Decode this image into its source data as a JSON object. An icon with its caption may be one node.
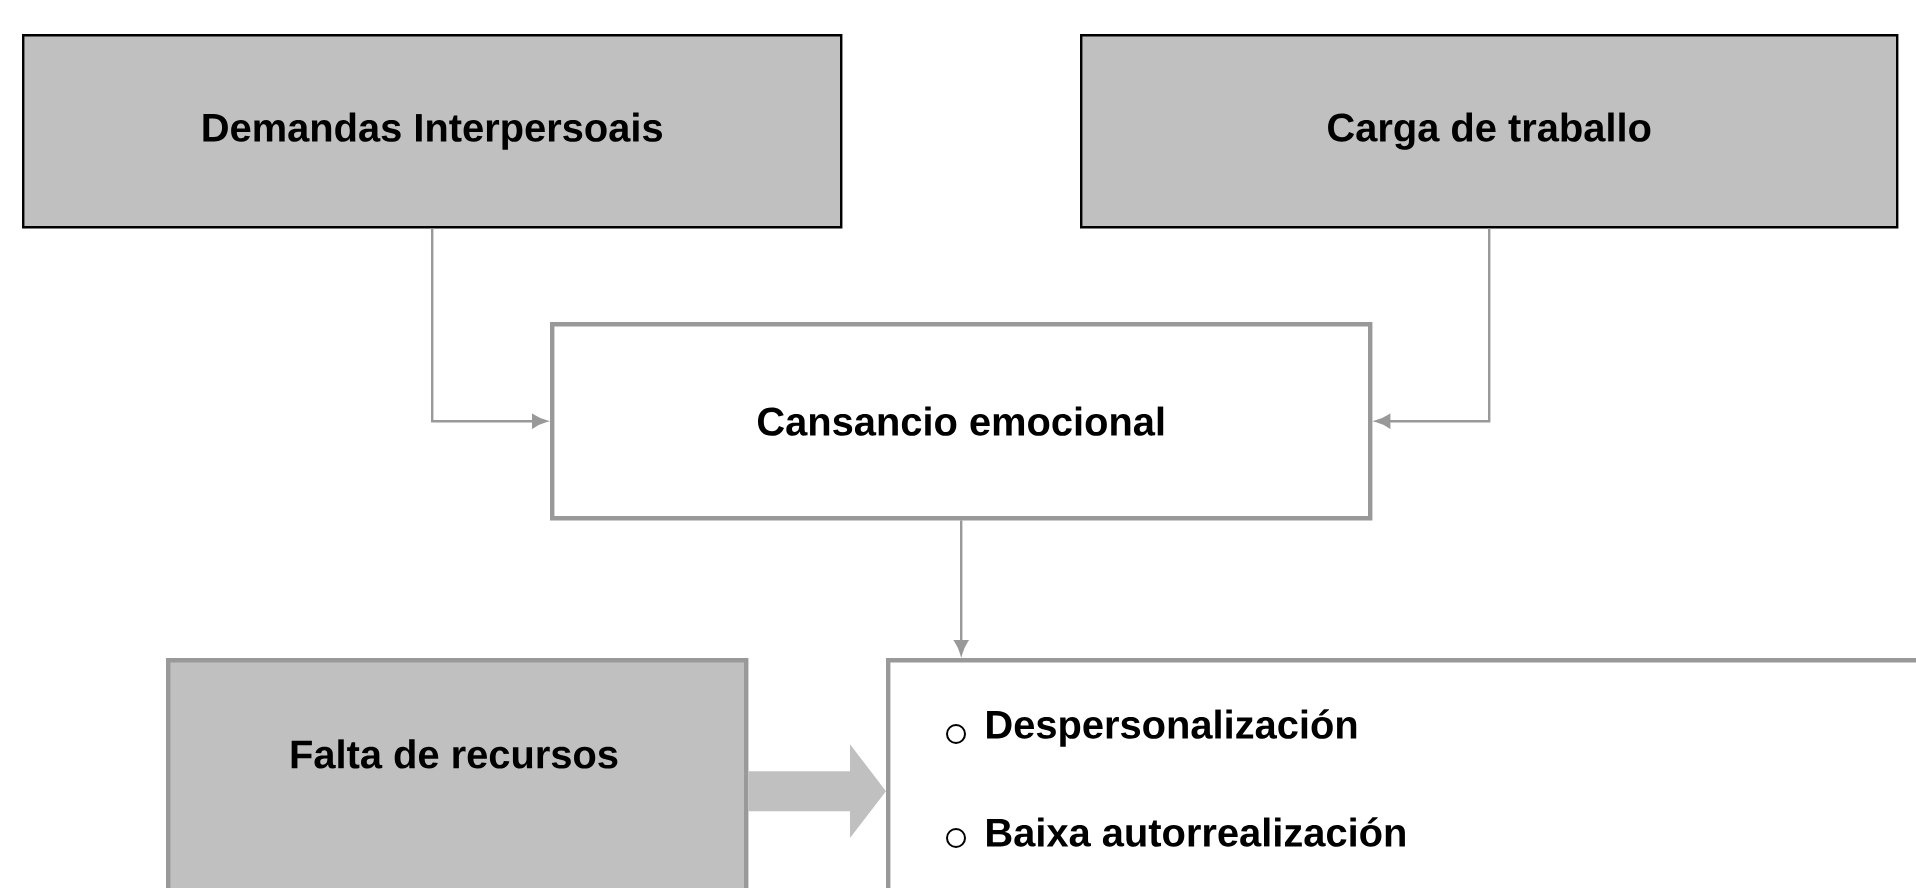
{
  "diagram": {
    "nodes": [
      {
        "text": [
          "Demandas Interpersoais"
        ]
      },
      {
        "text": [
          "Carga de traballo"
        ]
      },
      {
        "text": [
          "Cansancio emocional"
        ]
      },
      {
        "text": [
          "Falta de recursos"
        ]
      },
      {
        "text": [
          "Despersonalización",
          "Baixa autorrealización"
        ]
      }
    ],
    "edges": [
      {
        "from": 0,
        "to": 2,
        "arrow": "to"
      },
      {
        "from": 1,
        "to": 2,
        "arrow": "to"
      },
      {
        "from": 2,
        "to": 4,
        "arrow": "to"
      },
      {
        "from": 3,
        "to": 4,
        "arrow": "to",
        "style": "thick"
      }
    ]
  }
}
